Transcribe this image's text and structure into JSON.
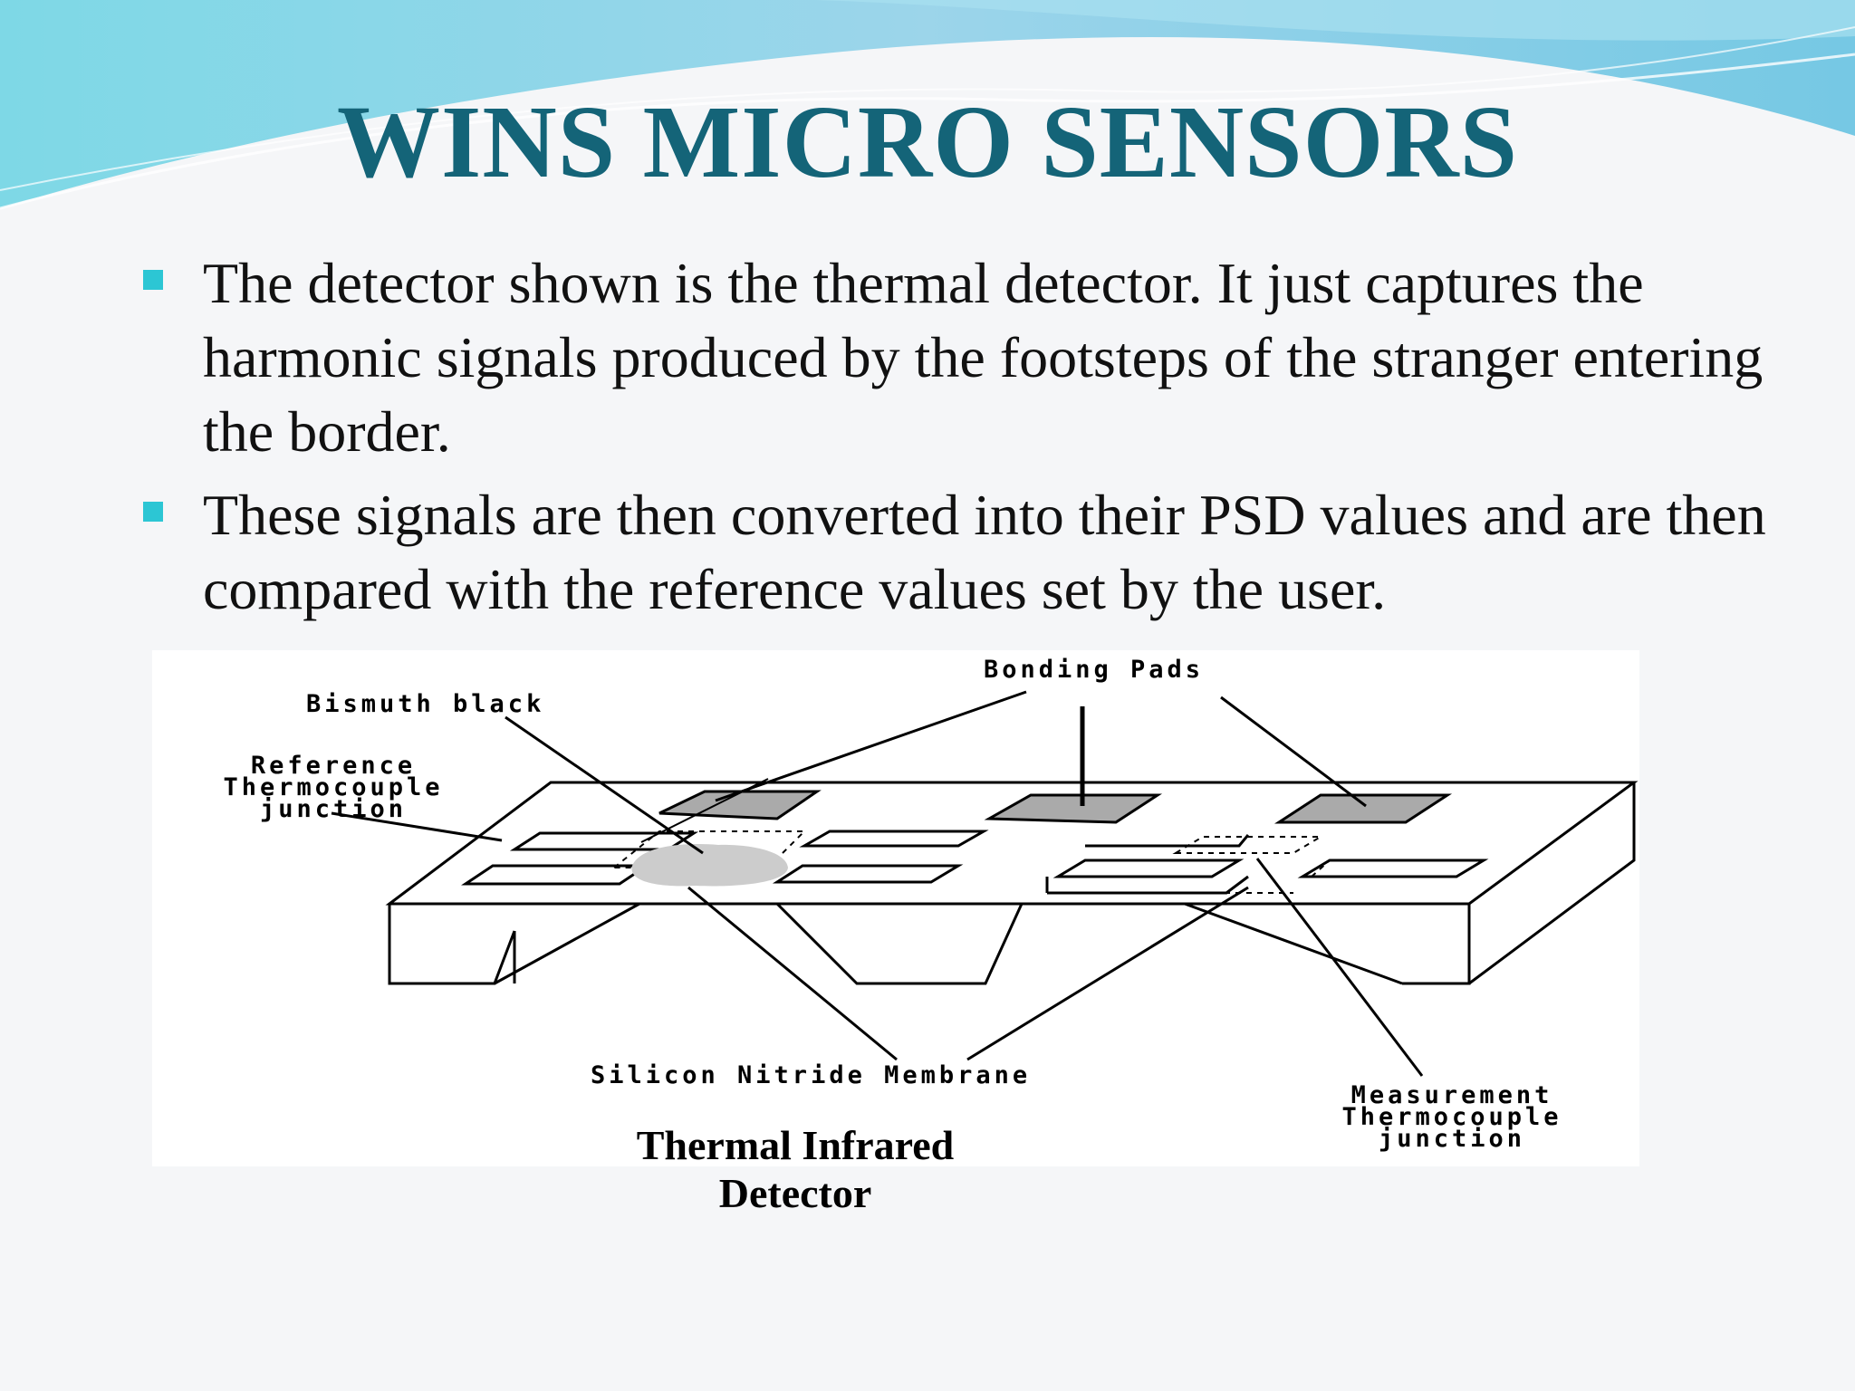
{
  "slide": {
    "title": "WINS MICRO SENSORS",
    "bullets": [
      "The detector shown is the thermal detector. It just captures the harmonic signals produced by the footsteps of the stranger entering the border.",
      "These signals are then converted into their PSD values and are then compared with the reference values set by the user."
    ]
  },
  "figure": {
    "labels": {
      "bonding_pads": "Bonding Pads",
      "bismuth_black": "Bismuth black",
      "reference_junction": "Reference\nThermocouple\njunction",
      "membrane": "Silicon Nitride Membrane",
      "measurement_junction": "Measurement\nThermocouple\njunction"
    },
    "caption": "Thermal Infrared Detector"
  },
  "colors": {
    "title": "#146478",
    "bullet_marker": "#2cc6d4",
    "wave": "#7ccbe6"
  }
}
